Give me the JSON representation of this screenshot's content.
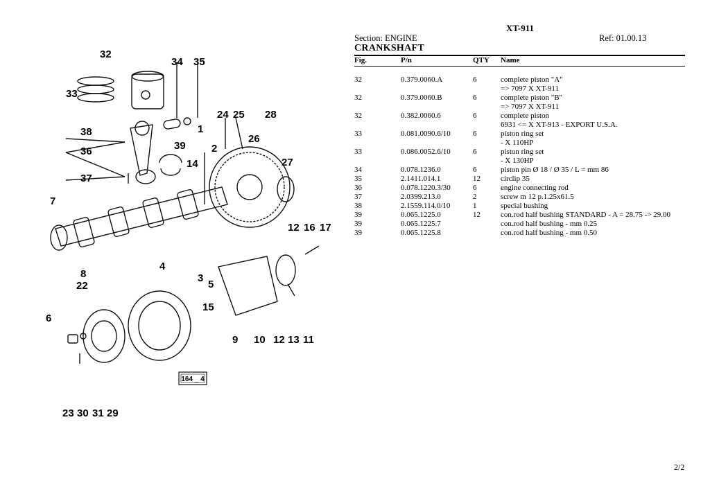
{
  "header": {
    "doc_no": "XT-911",
    "section": "Section: ENGINE",
    "ref": "Ref: 01.00.13",
    "title": "CRANKSHAFT"
  },
  "table": {
    "columns": [
      "Fig.",
      "P/n",
      "QTY",
      "Name"
    ],
    "rows": [
      {
        "fig": "32",
        "pn": "0.379.0060.A",
        "qty": "6",
        "name": "complete piston \"A\""
      },
      {
        "fig": "",
        "pn": "",
        "qty": "",
        "name": "=> 7097 X XT-911"
      },
      {
        "fig": "32",
        "pn": "0.379.0060.B",
        "qty": "6",
        "name": "complete piston \"B\""
      },
      {
        "fig": "",
        "pn": "",
        "qty": "",
        "name": "=> 7097 X XT-911"
      },
      {
        "fig": "32",
        "pn": "0.382.0060.6",
        "qty": "6",
        "name": "complete piston"
      },
      {
        "fig": "",
        "pn": "",
        "qty": "",
        "name": "6931 <= X XT-913 - EXPORT U.S.A."
      },
      {
        "fig": "33",
        "pn": "0.081.0090.6/10",
        "qty": "6",
        "name": "piston ring set"
      },
      {
        "fig": "",
        "pn": "",
        "qty": "",
        "name": "- X 110HP"
      },
      {
        "fig": "33",
        "pn": "0.086.0052.6/10",
        "qty": "6",
        "name": "piston ring set"
      },
      {
        "fig": "",
        "pn": "",
        "qty": "",
        "name": "- X 130HP"
      },
      {
        "fig": "34",
        "pn": "0.078.1236.0",
        "qty": "6",
        "name": "piston pin Ø 18 / Ø 35 / L = mm 86"
      },
      {
        "fig": "35",
        "pn": "2.1411.014.1",
        "qty": "12",
        "name": "circlip 35"
      },
      {
        "fig": "36",
        "pn": "0.078.1220.3/30",
        "qty": "6",
        "name": "engine connecting rod"
      },
      {
        "fig": "37",
        "pn": "2.0399.213.0",
        "qty": "2",
        "name": "screw m 12 p.1.25x61.5"
      },
      {
        "fig": "38",
        "pn": "2.1559.114.0/10",
        "qty": "1",
        "name": "special bushing"
      },
      {
        "fig": "39",
        "pn": "0.065.1225.0",
        "qty": "12",
        "name": "con.rod half bushing STANDARD - A = 28.75 -> 29.00"
      },
      {
        "fig": "39",
        "pn": "0.065.1225.7",
        "qty": "",
        "name": "con.rod half bushing - mm 0.25"
      },
      {
        "fig": "39",
        "pn": "0.065.1225.8",
        "qty": "",
        "name": "con.rod half bushing - mm 0.50"
      }
    ]
  },
  "diagram": {
    "callouts": [
      "32",
      "33",
      "34",
      "35",
      "38",
      "36",
      "37",
      "39",
      "14",
      "1",
      "2",
      "24",
      "25",
      "26",
      "28",
      "27",
      "7",
      "12",
      "16",
      "17",
      "4",
      "3",
      "5",
      "8",
      "22",
      "15",
      "6",
      "9",
      "10",
      "12",
      "13",
      "11",
      "23",
      "30",
      "31",
      "29"
    ],
    "figure_id": "164 _ 4"
  },
  "footer": {
    "page": "2/2"
  }
}
